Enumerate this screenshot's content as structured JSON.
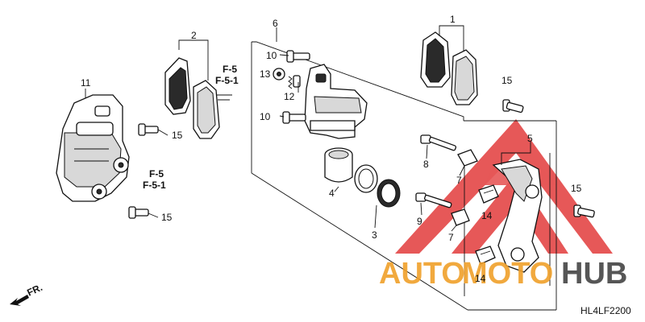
{
  "diagram": {
    "code": "HL4LF2200",
    "front_marker": "FR.",
    "callouts": [
      {
        "id": "c1",
        "text": "1"
      },
      {
        "id": "c2",
        "text": "2"
      },
      {
        "id": "c3",
        "text": "3"
      },
      {
        "id": "c4",
        "text": "4"
      },
      {
        "id": "c5",
        "text": "5"
      },
      {
        "id": "c6",
        "text": "6"
      },
      {
        "id": "c7a",
        "text": "7"
      },
      {
        "id": "c7b",
        "text": "7"
      },
      {
        "id": "c8",
        "text": "8"
      },
      {
        "id": "c9",
        "text": "9"
      },
      {
        "id": "c10a",
        "text": "10"
      },
      {
        "id": "c10b",
        "text": "10"
      },
      {
        "id": "c11",
        "text": "11"
      },
      {
        "id": "c12",
        "text": "12"
      },
      {
        "id": "c13",
        "text": "13"
      },
      {
        "id": "c14a",
        "text": "14"
      },
      {
        "id": "c14b",
        "text": "14"
      },
      {
        "id": "c15a",
        "text": "15"
      },
      {
        "id": "c15b",
        "text": "15"
      },
      {
        "id": "c15c",
        "text": "15"
      },
      {
        "id": "c15d",
        "text": "15"
      }
    ],
    "references": [
      {
        "id": "r1a",
        "text": "F-5"
      },
      {
        "id": "r1b",
        "text": "F-5-1"
      },
      {
        "id": "r2a",
        "text": "F-5"
      },
      {
        "id": "r2b",
        "text": "F-5-1"
      }
    ]
  },
  "watermark": {
    "part1": "AUTO",
    "part2": "MOTO",
    "part3": "HUB",
    "colors": {
      "red": "#e23b3b",
      "orange": "#f0a02a",
      "dark": "#444444"
    }
  }
}
